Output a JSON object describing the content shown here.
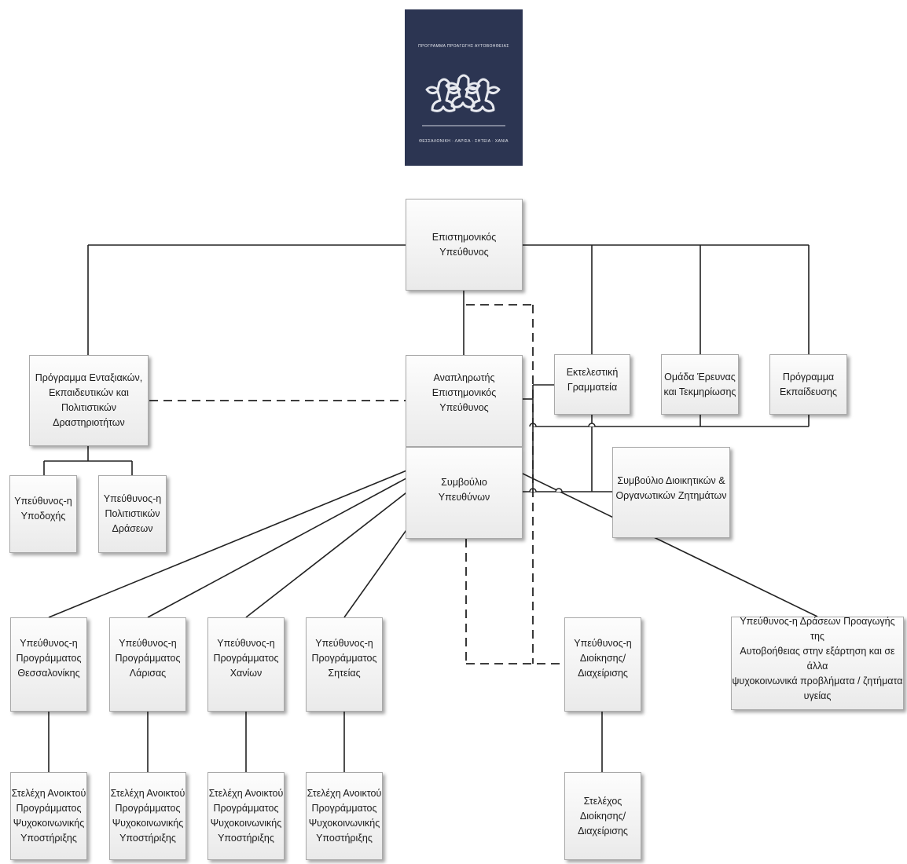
{
  "logo": {
    "top_text": "ΠΡΟΓΡΑΜΜΑ ΠΡΟΑΓΩΓΗΣ ΑΥΤΟΒΟΗΘΕΙΑΣ",
    "bottom_text": "ΘΕΣΣΑΛΟΝΙΚΗ · ΛΑΡΙΣΑ · ΣΗΤΕΙΑ · ΧΑΝΙΑ",
    "icon": "three-people-puzzle-icon",
    "background_color": "#2c3552"
  },
  "nodes": {
    "scientific_director": "Επιστημονικός Υπεύθυνος",
    "deputy_director": "Αναπληρωτής\nΕπιστημονικός Υπεύθυνος",
    "council": "Συμβούλιο\nΥπευθύνων",
    "integration_program": "Πρόγραμμα Ενταξιακών,\nΕκπαιδευτικών και\nΠολιτιστικών\nΔραστηριοτήτων",
    "executive_secretariat": "Εκτελεστική\nΓραμματεία",
    "research_team": "Ομάδα Έρευνας\nκαι Τεκμηρίωσης",
    "training_program": "Πρόγραμμα\nΕκπαίδευσης",
    "admin_council": "Συμβούλιο Διοικητικών &\nΟργανωτικών Ζητημάτων",
    "reception_manager": "Υπεύθυνος-η\nΥποδοχής",
    "cultural_manager": "Υπεύθυνος-η\nΠολιτιστικών\nΔράσεων",
    "thessaloniki_manager": "Υπεύθυνος-η\nΠρογράμματος\nΘεσσαλονίκης",
    "larisa_manager": "Υπεύθυνος-η\nΠρογράμματος\nΛάρισας",
    "chania_manager": "Υπεύθυνος-η\nΠρογράμματος\nΧανίων",
    "siteia_manager": "Υπεύθυνος-η\nΠρογράμματος\nΣητείας",
    "administration_manager": "Υπεύθυνος-η\nΔιοίκησης/\nΔιαχείρισης",
    "selfhelp_manager": "Υπεύθυνος-η Δράσεων Προαγωγής της\nΑυτοβοήθειας στην εξάρτηση και σε άλλα\nψυχοκοινωνικά προβλήματα / ζητήματα\nυγείας",
    "staff_thessaloniki": "Στελέχη Ανοικτού\nΠρογράμματος\nΨυχοκοινωνικής\nΥποστήριξης",
    "staff_larisa": "Στελέχη Ανοικτού\nΠρογράμματος\nΨυχοκοινωνικής\nΥποστήριξης",
    "staff_chania": "Στελέχη Ανοικτού\nΠρογράμματος\nΨυχοκοινωνικής\nΥποστήριξης",
    "staff_siteia": "Στελέχη Ανοικτού\nΠρογράμματος\nΨυχοκοινωνικής\nΥποστήριξης",
    "staff_administration": "Στελέχος\nΔιοίκησης/\nΔιαχείρισης"
  }
}
